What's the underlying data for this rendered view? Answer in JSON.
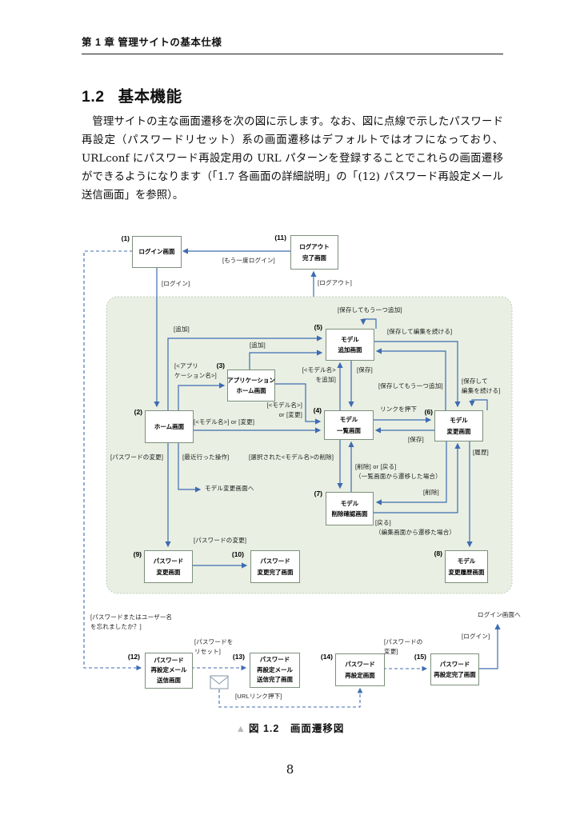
{
  "page": {
    "header": "第 1 章 管理サイトの基本仕様",
    "section_number": "1.2",
    "section_name": "基本機能",
    "paragraph": "管理サイトの主な画面遷移を次の図に示します。なお、図に点線で示したパスワード再設定（パスワードリセット）系の画面遷移はデフォルトではオフになっており、URLconf にパスワード再設定用の URL パターンを登録することでこれらの画面遷移ができるようになります（「1.7 各画面の詳細説明」の「(12) パスワード再設定メール送信画面」を参照）。",
    "caption_marker": "▲",
    "caption": "図 1.2　画面遷移図",
    "page_number": "8"
  },
  "diagram": {
    "colors": {
      "arrow_blue": "#3e6cb2",
      "region_green": "#e9efe2",
      "box_border": "#7d8f7d"
    },
    "boxes": {
      "login": {
        "num": "(1)",
        "lines": [
          "ログイン画面"
        ]
      },
      "logout_done": {
        "num": "(11)",
        "lines": [
          "ログアウト",
          "完了画面"
        ]
      },
      "home": {
        "num": "(2)",
        "lines": [
          "ホーム画面"
        ]
      },
      "app_home": {
        "num": "(3)",
        "lines": [
          "アプリケーション",
          "ホーム画面"
        ]
      },
      "model_list": {
        "num": "(4)",
        "lines": [
          "モデル",
          "一覧画面"
        ]
      },
      "model_add": {
        "num": "(5)",
        "lines": [
          "モデル",
          "追加画面"
        ]
      },
      "model_change": {
        "num": "(6)",
        "lines": [
          "モデル",
          "変更画面"
        ]
      },
      "model_delete": {
        "num": "(7)",
        "lines": [
          "モデル",
          "削除確認画面"
        ]
      },
      "model_history": {
        "num": "(8)",
        "lines": [
          "モデル",
          "変更履歴画面"
        ]
      },
      "pw_change": {
        "num": "(9)",
        "lines": [
          "パスワード",
          "変更画面"
        ]
      },
      "pw_change_done": {
        "num": "(10)",
        "lines": [
          "パスワード",
          "変更完了画面"
        ]
      },
      "pw_mail": {
        "num": "(12)",
        "lines": [
          "パスワード",
          "再設定メール",
          "送信画面"
        ]
      },
      "pw_mail_done": {
        "num": "(13)",
        "lines": [
          "パスワード",
          "再設定メール",
          "送信完了画面"
        ]
      },
      "pw_reset": {
        "num": "(14)",
        "lines": [
          "パスワード",
          "再設定画面"
        ]
      },
      "pw_reset_done": {
        "num": "(15)",
        "lines": [
          "パスワード",
          "再設定完了画面"
        ]
      }
    },
    "labels": {
      "login": "[ログイン]",
      "logout": "[ログアウト]",
      "relogin": "[もう一度ログイン]",
      "add_home": "[追加]",
      "add_app": "[追加]",
      "app_name": [
        "[<アプリ",
        "ケーション名>]"
      ],
      "model_add_from_list": [
        "[<モデル名>",
        "を追加]"
      ],
      "save_add_to_list": "[保存]",
      "save_one_more_add": "[保存してもう一つ追加]",
      "save_continue_add": "[保存して編集を続ける]",
      "save_one_more_change": "[保存してもう一つ追加]",
      "save_continue_change": [
        "[保存して",
        "編集を続ける]"
      ],
      "model_or_change_home": "[<モデル名>] or [変更]",
      "model_or_change_app": [
        "[<モデル名>]",
        "or [変更]"
      ],
      "link_press": "リンクを押下",
      "save_change_to_list": "[保存]",
      "history": "[履歴]",
      "pw_change_from_home": "[パスワードの変更]",
      "recent_ops": "[最近行った操作]",
      "selected_model_delete": "[選択された<モデル名>の削除]",
      "delete_or_back": [
        "[削除] or [戻る]",
        "（一覧画面から遷移した場合）"
      ],
      "delete_from_change": "[削除]",
      "back_from_edit": [
        "[戻る]",
        "（編集画面から遷移た場合）"
      ],
      "to_model_change": "モデル変更画面へ",
      "pw_change_done_label": "[パスワードの変更]",
      "forgot": [
        "[パスワードまたはユーザー名",
        "を忘れましたか？]"
      ],
      "pw_reset_action": [
        "[パスワードを",
        "リセット]"
      ],
      "url_link": "[URLリンク押下]",
      "pw_change_reset": [
        "[パスワードの",
        "変更]"
      ],
      "login_after_reset": "[ログイン]",
      "to_login": "ログイン画面へ"
    }
  }
}
